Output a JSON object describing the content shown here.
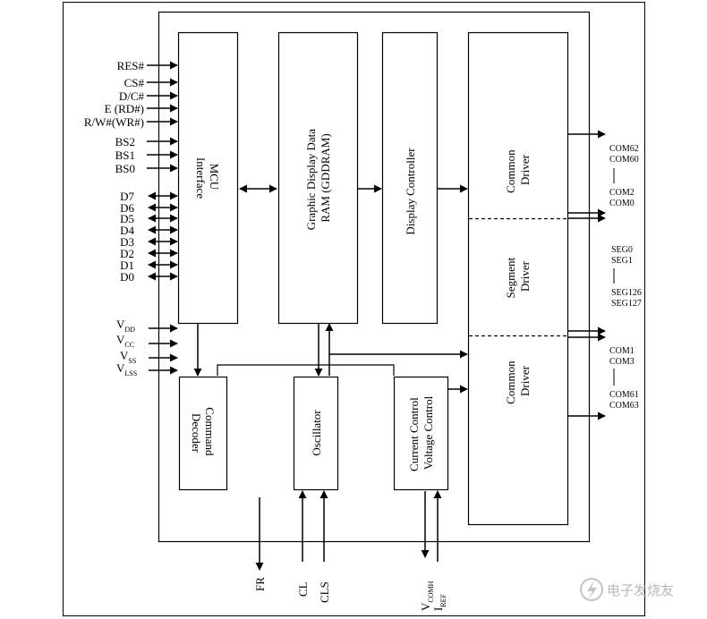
{
  "blocks": {
    "mcu": [
      "MCU",
      "Interface"
    ],
    "gddram": [
      "Graphic Display Data",
      "RAM (GDDRAM)"
    ],
    "display_controller": "Display Controller",
    "common_driver_top": [
      "Common",
      "Driver"
    ],
    "segment_driver": [
      "Segment",
      "Driver"
    ],
    "common_driver_bottom": [
      "Common",
      "Driver"
    ],
    "command_decoder": [
      "Command",
      "Decoder"
    ],
    "oscillator": "Oscillator",
    "current_voltage": [
      "Current Control",
      "Voltage Control"
    ]
  },
  "inputs": [
    "RES#",
    "CS#",
    "D/C#",
    "E (RD#)",
    "R/W#(WR#)",
    "BS2",
    "BS1",
    "BS0"
  ],
  "data_pins": [
    "D7",
    "D6",
    "D5",
    "D4",
    "D3",
    "D2",
    "D1",
    "D0"
  ],
  "power": [
    {
      "main": "V",
      "sub": "DD"
    },
    {
      "main": "V",
      "sub": "CC"
    },
    {
      "main": "V",
      "sub": "SS"
    },
    {
      "main": "V",
      "sub": "LSS"
    }
  ],
  "outputs_right": {
    "com_top": [
      "COM62",
      "COM60",
      "COM2",
      "COM0"
    ],
    "seg": [
      "SEG0",
      "SEG1",
      "SEG126",
      "SEG127"
    ],
    "com_bottom": [
      "COM1",
      "COM3",
      "COM61",
      "COM63"
    ]
  },
  "bottom_pins": {
    "fr": "FR",
    "cl": "CL",
    "cls": "CLS",
    "vcomh": {
      "main": "V",
      "sub": "COMH"
    },
    "iref": {
      "main": "I",
      "sub": "REF"
    }
  },
  "watermark": "电子发烧友"
}
